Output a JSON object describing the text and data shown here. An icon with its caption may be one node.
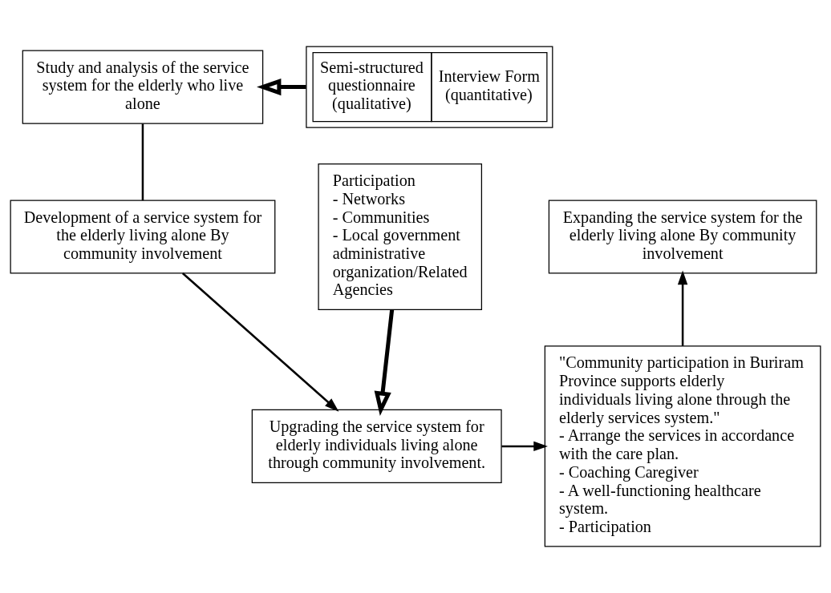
{
  "diagram": {
    "nodes": [
      {
        "text": [
          "Study and analysis of the service system for the elderly who live alone"
        ]
      },
      {
        "text": [
          "Semi-structured questionnaire (qualitative)",
          "Interview Form (quantitative)"
        ]
      },
      {
        "text": [
          "Development of a service system for the elderly living alone By community involvement"
        ]
      },
      {
        "text": [
          "Expanding the service system for the elderly living alone By community involvement"
        ]
      },
      {
        "text": [
          "Upgrading the service system for elderly individuals living alone through community involvement."
        ]
      },
      {
        "text": [
          "\"Community participation in Buriram Province supports elderly individuals living alone through the elderly services system.\"",
          "- Arrange the services in accordance with the care plan.",
          "- Coaching Caregiver",
          "- A well-functioning healthcare system.",
          "- Participation"
        ]
      },
      {
        "text": [
          "Participation",
          "- Networks",
          "- Communities",
          " - Local government administrative organization/Related Agencies"
        ]
      }
    ],
    "edges": [
      {
        "from": 1,
        "to": 0,
        "arrow": "to",
        "style": "thick"
      },
      {
        "from": 0,
        "to": 2,
        "arrow": "none"
      },
      {
        "from": 2,
        "to": 4,
        "arrow": "to"
      },
      {
        "from": 4,
        "to": 5,
        "arrow": "to"
      },
      {
        "from": 5,
        "to": 3,
        "arrow": "to"
      },
      {
        "from": 6,
        "to": 4,
        "arrow": "to",
        "style": "thick"
      }
    ]
  }
}
